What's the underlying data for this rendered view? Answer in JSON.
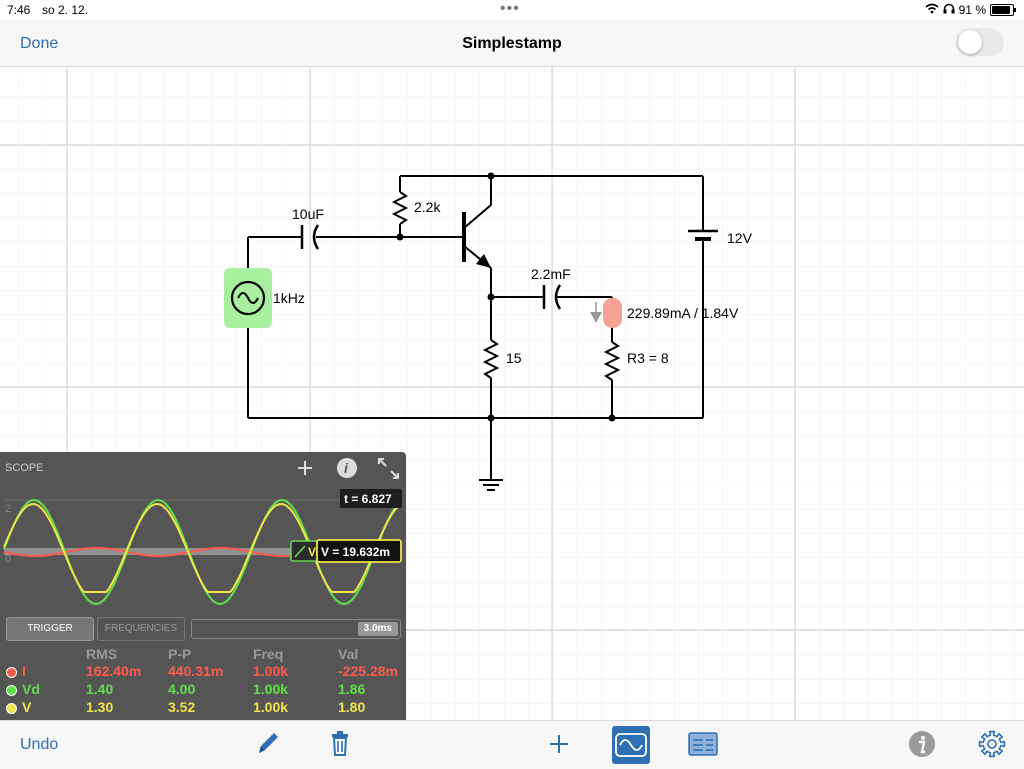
{
  "status": {
    "time": "7:46",
    "date": "so 2. 12.",
    "battery": "91 %",
    "battery_level": 0.91
  },
  "nav": {
    "done": "Done",
    "title": "Simplestamp"
  },
  "circuit": {
    "capacitor1": "10uF",
    "resistor1": "2.2k",
    "source": "1kHz",
    "battery": "12V",
    "capacitor2": "2.2mF",
    "probe": "229.89mA / 1.84V",
    "resistor2": "15",
    "resistor3": "R3 = 8"
  },
  "scope": {
    "title": "SCOPE",
    "y_top": "2",
    "y_zero": "0",
    "time": "t = 6.827",
    "voltage": "V = 19.632m",
    "v_tag": "V",
    "trigger": "TRIGGER",
    "frequencies": "FREQUENCIES",
    "timebase": "3.0ms",
    "headers": [
      "RMS",
      "P-P",
      "Freq",
      "Val"
    ],
    "rows": [
      {
        "name": "I",
        "color": "#ff5a4a",
        "rms": "162.40m",
        "pp": "440.31m",
        "freq": "1.00k",
        "val": "-225.28m"
      },
      {
        "name": "Vd",
        "color": "#5fe04a",
        "rms": "1.40",
        "pp": "4.00",
        "freq": "1.00k",
        "val": "1.86"
      },
      {
        "name": "V",
        "color": "#f2e44a",
        "rms": "1.30",
        "pp": "3.52",
        "freq": "1.00k",
        "val": "1.80"
      }
    ]
  },
  "toolbar": {
    "undo": "Undo"
  }
}
